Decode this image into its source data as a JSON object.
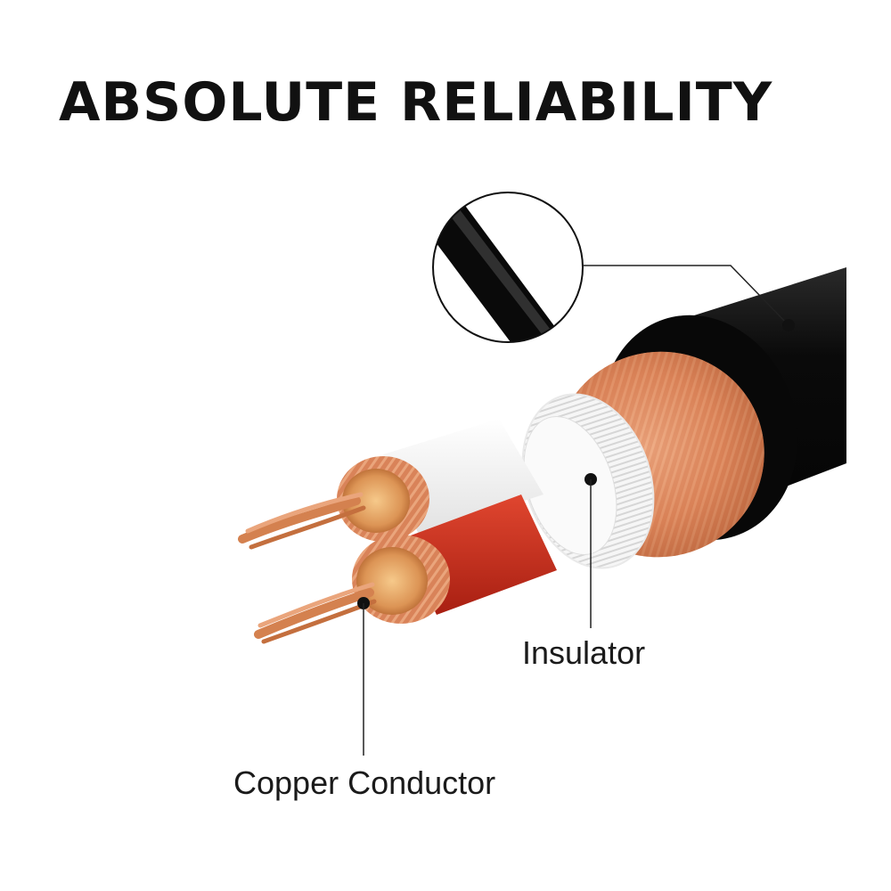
{
  "headline": "ABSOLUTE RELIABILITY",
  "labels": {
    "insulator": "Insulator",
    "copper_conductor": "Copper Conductor"
  },
  "colors": {
    "jacket": "#0d0d0d",
    "copper": "#d4814f",
    "white_insulation": "#f4f4f4",
    "red_insulation": "#c6291b"
  }
}
